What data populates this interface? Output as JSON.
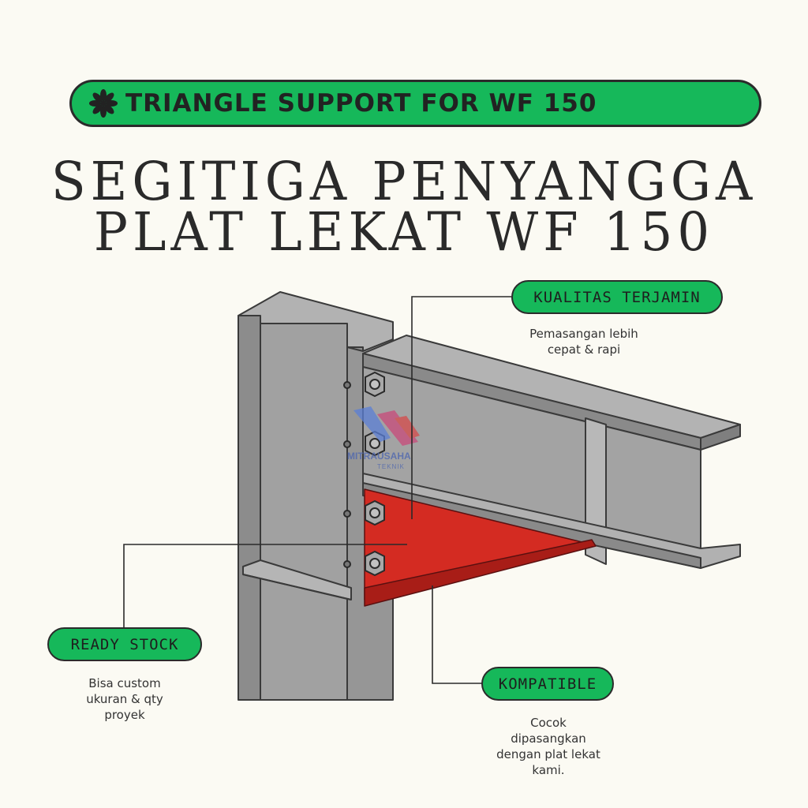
{
  "banner": {
    "text": "TRIANGLE SUPPORT FOR WF 150",
    "icon": "asterisk-flower-icon"
  },
  "title": {
    "line1": "SEGITIGA PENYANGGA",
    "line2": "PLAT LEKAT WF 150"
  },
  "watermark": {
    "line1": "MITRAUSAHA",
    "line2": "TEKNIK"
  },
  "callouts": {
    "quality": {
      "label": "KUALITAS TERJAMIN",
      "caption": [
        "Pemasangan lebih",
        "cepat & rapi"
      ]
    },
    "stock": {
      "label": "READY STOCK",
      "caption": [
        "Bisa custom",
        "ukuran & qty",
        "proyek"
      ]
    },
    "compatible": {
      "label": "KOMPATIBLE",
      "caption": [
        "Cocok",
        "dipasangkan",
        "dengan plat lekat",
        "kami."
      ]
    }
  },
  "colors": {
    "accent": "#16b85a",
    "steel": "#9d9d9d",
    "bracket": "#d42b22",
    "background": "#fbfaf3"
  }
}
